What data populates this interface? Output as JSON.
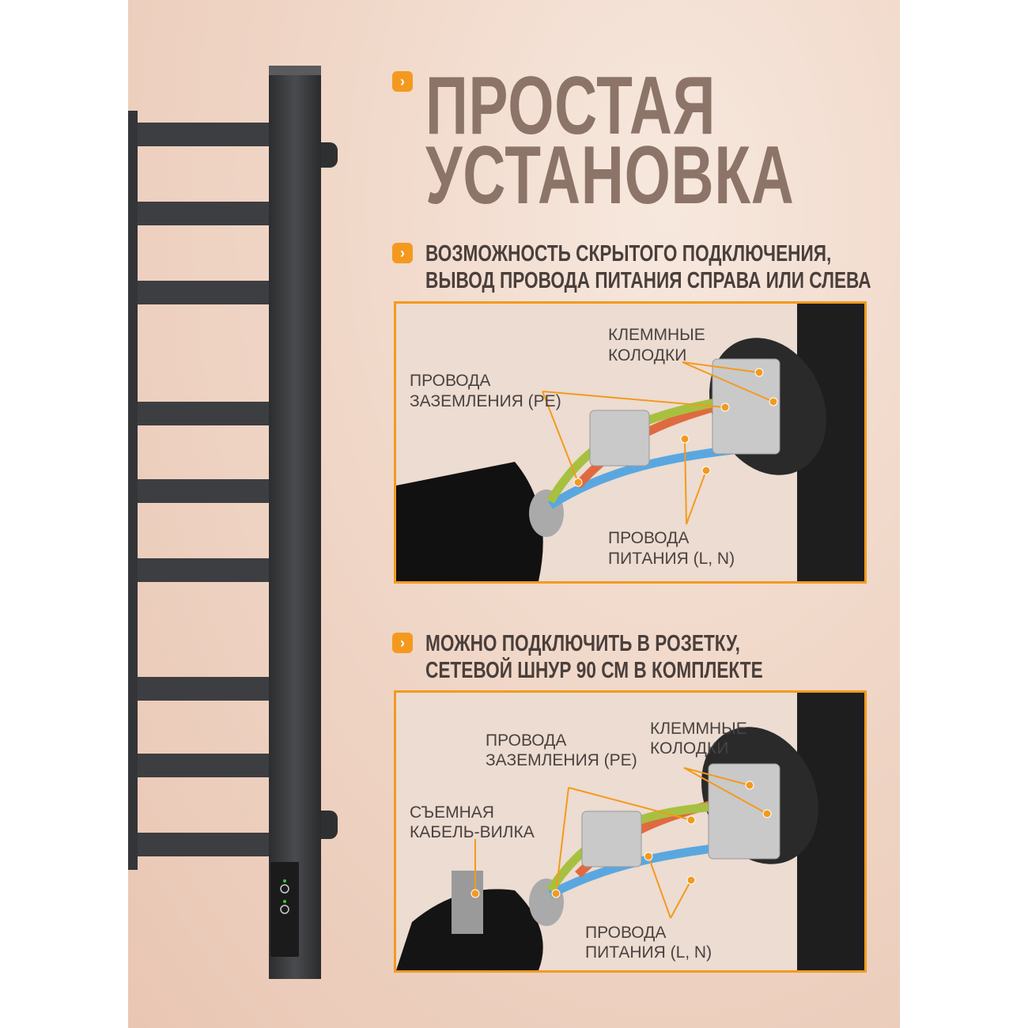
{
  "title": {
    "line1": "ПРОСТАЯ",
    "line2": "УСТАНОВКА"
  },
  "accent_color": "#f39a1e",
  "bullet_icon": "chevron-right-icon",
  "section1": {
    "line1": "ВОЗМОЖНОСТЬ СКРЫТОГО ПОДКЛЮЧЕНИЯ,",
    "line2": "ВЫВОД ПРОВОДА ПИТАНИЯ СПРАВА ИЛИ СЛЕВА",
    "labels": {
      "terminals": [
        "КЛЕММНЫЕ",
        "КОЛОДКИ"
      ],
      "ground": [
        "ПРОВОДА",
        "ЗАЗЕМЛЕНИЯ (PE)"
      ],
      "power": [
        "ПРОВОДА",
        "ПИТАНИЯ (L, N)"
      ]
    }
  },
  "section2": {
    "line1": "МОЖНО ПОДКЛЮЧИТЬ В РОЗЕТКУ,",
    "line2": "СЕТЕВОЙ ШНУР 90 СМ В КОМПЛЕКТЕ",
    "labels": {
      "ground": [
        "ПРОВОДА",
        "ЗАЗЕМЛЕНИЯ (PE)"
      ],
      "terminals": [
        "КЛЕММНЫЕ",
        "КОЛОДКИ"
      ],
      "plug": [
        "СЪЕМНАЯ",
        "КАБЕЛЬ-ВИЛКА"
      ],
      "power": [
        "ПРОВОДА",
        "ПИТАНИЯ (L, N)"
      ]
    }
  }
}
